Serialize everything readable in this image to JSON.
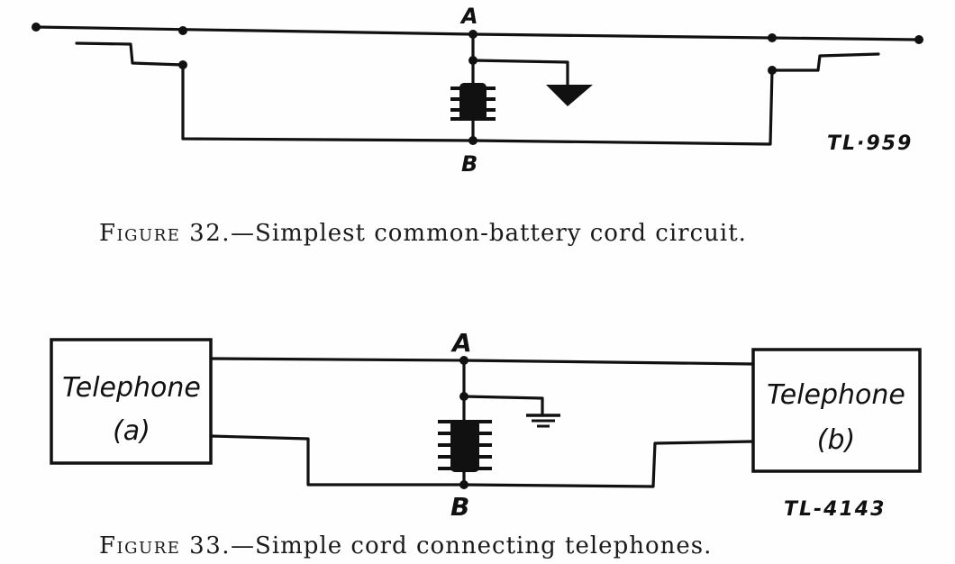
{
  "figure32": {
    "caption_figure": "Figure 32.",
    "caption_text": "—Simplest common-battery cord circuit.",
    "tl_number": "TL·959",
    "node_a": "A",
    "node_b": "B"
  },
  "figure33": {
    "caption_figure": "Figure 33.",
    "caption_text": "—Simple cord connecting telephones.",
    "tl_number": "TL-4143",
    "node_a": "A",
    "node_b": "B",
    "telephone_a": {
      "name": "Telephone",
      "id": "(a)"
    },
    "telephone_b": {
      "name": "Telephone",
      "id": "(b)"
    }
  }
}
